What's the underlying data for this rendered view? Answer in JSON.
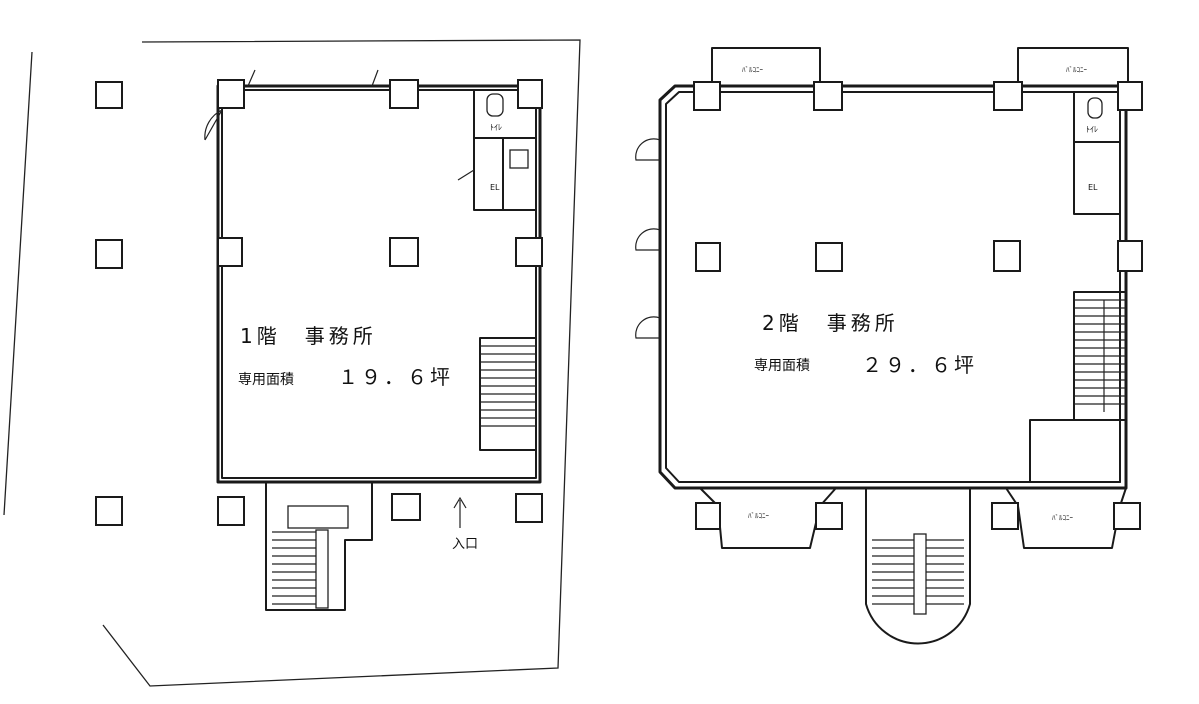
{
  "floor1": {
    "room_name": "1階　事務所",
    "area_label": "専用面積",
    "area_value": "１９．６坪",
    "toilet_label": "ﾄｲﾚ",
    "ev_label": "EL",
    "entrance_label": "入口"
  },
  "floor2": {
    "room_name": "2階　事務所",
    "area_label": "専用面積",
    "area_value": "２９．６坪",
    "toilet_label": "ﾄｲﾚ",
    "ev_label": "EL",
    "balcony_label": "ﾊﾞﾙｺﾆｰ"
  }
}
